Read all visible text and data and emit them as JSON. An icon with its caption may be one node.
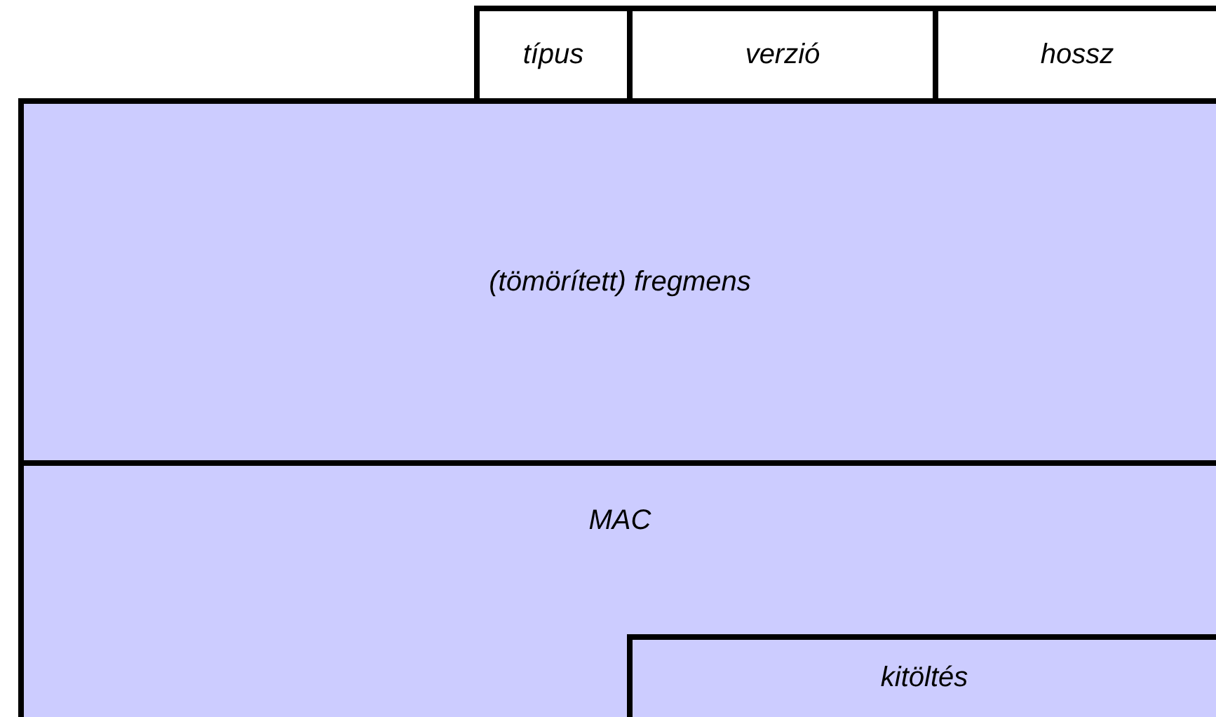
{
  "diagram": {
    "nodes": [
      {
        "text": [
          "típus"
        ]
      },
      {
        "text": [
          "verzió"
        ]
      },
      {
        "text": [
          "hossz"
        ]
      },
      {
        "text": [
          "(tömörített) fregmens"
        ]
      },
      {
        "text": [
          "MAC"
        ]
      },
      {
        "text": [
          "kitöltés"
        ],
        "in": 4
      }
    ],
    "edges": []
  }
}
